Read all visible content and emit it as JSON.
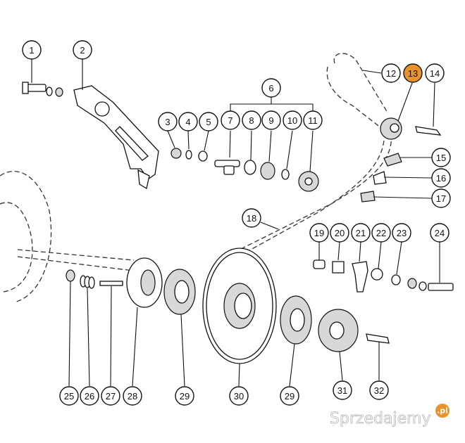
{
  "diagram": {
    "callouts": [
      {
        "id": "c1",
        "label": "1"
      },
      {
        "id": "c2",
        "label": "2"
      },
      {
        "id": "c3",
        "label": "3"
      },
      {
        "id": "c4",
        "label": "4"
      },
      {
        "id": "c5",
        "label": "5"
      },
      {
        "id": "c6",
        "label": "6"
      },
      {
        "id": "c7",
        "label": "7"
      },
      {
        "id": "c8",
        "label": "8"
      },
      {
        "id": "c9",
        "label": "9"
      },
      {
        "id": "c10",
        "label": "10"
      },
      {
        "id": "c11",
        "label": "11"
      },
      {
        "id": "c12",
        "label": "12"
      },
      {
        "id": "c13",
        "label": "13",
        "highlight": true
      },
      {
        "id": "c14",
        "label": "14"
      },
      {
        "id": "c15",
        "label": "15"
      },
      {
        "id": "c16",
        "label": "16"
      },
      {
        "id": "c17",
        "label": "17"
      },
      {
        "id": "c18",
        "label": "18"
      },
      {
        "id": "c19",
        "label": "19"
      },
      {
        "id": "c20",
        "label": "20"
      },
      {
        "id": "c21",
        "label": "21"
      },
      {
        "id": "c22",
        "label": "22"
      },
      {
        "id": "c23",
        "label": "23"
      },
      {
        "id": "c24",
        "label": "24"
      },
      {
        "id": "c25",
        "label": "25"
      },
      {
        "id": "c26",
        "label": "26"
      },
      {
        "id": "c27",
        "label": "27"
      },
      {
        "id": "c28",
        "label": "28"
      },
      {
        "id": "c29a",
        "label": "29"
      },
      {
        "id": "c30",
        "label": "30"
      },
      {
        "id": "c29b",
        "label": "29"
      },
      {
        "id": "c31",
        "label": "31"
      },
      {
        "id": "c32",
        "label": "32"
      }
    ]
  },
  "colors": {
    "highlight": "#e8922a",
    "watermark_dot": "#e8922a"
  },
  "watermark": {
    "text": "Sprzedajemy",
    "suffix": ".pl"
  }
}
